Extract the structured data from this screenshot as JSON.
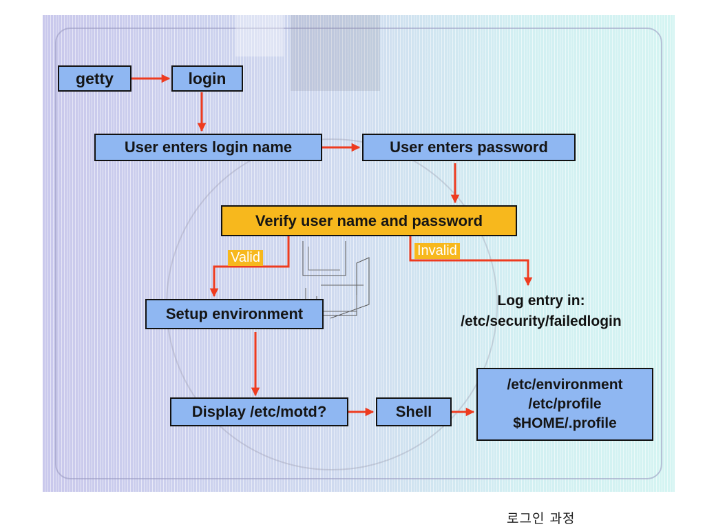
{
  "diagram": {
    "nodes": {
      "getty": "getty",
      "login": "login",
      "user_enters_login_name": "User enters login name",
      "user_enters_password": "User enters password",
      "verify": "Verify user name and password",
      "setup_environment": "Setup environment",
      "display_motd": "Display /etc/motd?",
      "shell": "Shell",
      "profile_files": [
        "/etc/environment",
        "/etc/profile",
        "$HOME/.profile"
      ],
      "log_entry": [
        "Log entry in:",
        "/etc/security/failedlogin"
      ]
    },
    "edge_labels": {
      "valid": "Valid",
      "invalid": "Invalid"
    },
    "colors": {
      "box_blue": "#8fb7f2",
      "box_yellow": "#f7b81d",
      "arrow_red": "#ee3b1f"
    }
  },
  "caption": "로그인 과정"
}
